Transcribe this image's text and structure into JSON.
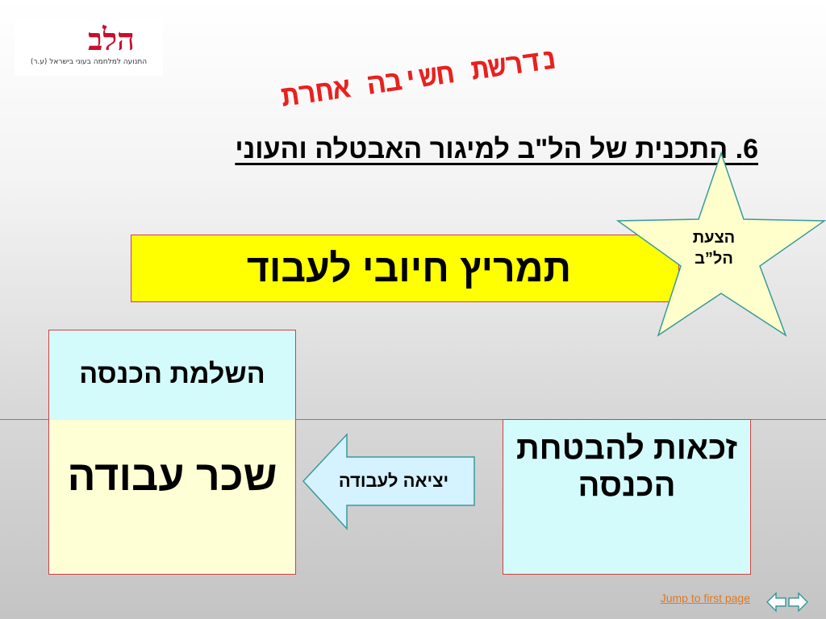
{
  "logo": {
    "name": "הלב",
    "tagline": "התנועה למלחמה בעוני בישראל (ע.ר)"
  },
  "header": {
    "title": "נדרשת חשיבה אחרת",
    "subtitle": "6. התכנית של הל\"ב למיגור האבטלה והעוני"
  },
  "main": {
    "incentive_box": "תמריץ חיובי לעבוד",
    "star_badge": [
      "הצעת",
      "הל”ב"
    ],
    "income_supplement": "השלמת הכנסה",
    "work_wage": "שכר עבודה",
    "income_security": "זכאות להבטחת הכנסה",
    "arrow_label": "יציאה לעבודה"
  },
  "footer": {
    "jump_link": "Jump to first page"
  },
  "colors": {
    "title_red": "#e8211e",
    "yellow": "#ffff00",
    "light_cyan": "#d4fbfb",
    "light_yellow": "#ffffd6",
    "star_fill": "#ffffcc",
    "teal_line": "#3a9a9a",
    "link_orange": "#e07820"
  },
  "icons": {
    "star": "star-icon",
    "arrow": "arrow-left-icon",
    "nav_prev": "nav-back-icon",
    "nav_next": "nav-forward-icon"
  }
}
